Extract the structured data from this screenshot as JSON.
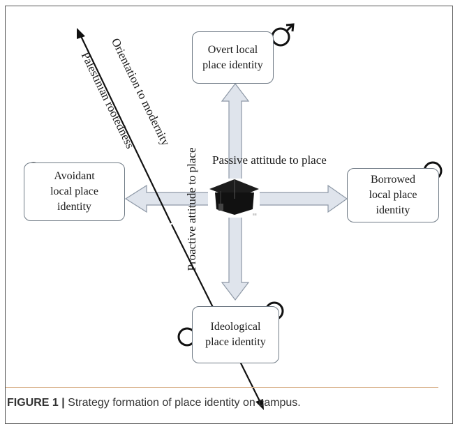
{
  "boxes": {
    "top": "Overt local\nplace identity",
    "left": "Avoidant\nlocal place\nidentity",
    "right": "Borrowed\nlocal place\nidentity",
    "bottom": "Ideological\nplace identity"
  },
  "labels": {
    "passive": "Passive attitude to place",
    "proactive": "Proactive attitude to place",
    "modernity": "Orientation to modernity",
    "rootedness": "Palestinian rootedness"
  },
  "caption": {
    "label": "FIGURE 1 |",
    "text": "Strategy formation of place identity on campus."
  },
  "colors": {
    "arrow_fill": "#dfe4ec",
    "arrow_stroke": "#8d98a6",
    "box_border": "#6f7a85"
  },
  "icons": [
    "graduation-cap-icon",
    "male-symbol-icon",
    "female-symbol-icon"
  ]
}
